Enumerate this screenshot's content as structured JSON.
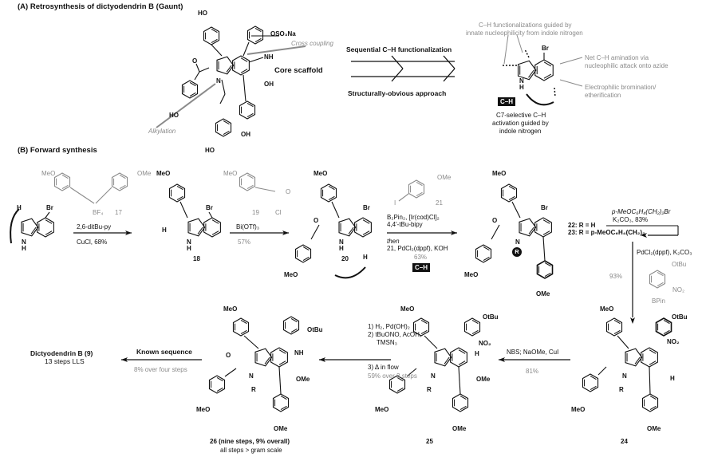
{
  "section_a": {
    "title": "(A) Retrosynthesis of dictyodendrin B (Gaunt)",
    "molecule": {
      "ho_top": "HO",
      "oso3na": "OSO₃Na",
      "nh": "NH",
      "oh_right": "OH",
      "o_carbonyl": "O",
      "n": "N",
      "ho_left": "HO",
      "oh_bottom": "OH",
      "ho_bottom": "HO"
    },
    "annotations": {
      "cross_coupling": "Cross coupling",
      "core_scaffold": "Core scaffold",
      "alkylation": "Alkylation"
    },
    "arrow": {
      "top": "Sequential C–H functionalization",
      "bottom": "Structurally-obvious approach"
    },
    "indole": {
      "br": "Br",
      "n": "N",
      "h": "H"
    },
    "notes": {
      "top_1": "C–H functionalizations guided by",
      "top_2": "innate nucleophilicity from indole nitrogen",
      "right1_1": "Net C–H amination via",
      "right1_2": "nucleophilic attack onto azide",
      "right2_1": "Electrophilic bromination/",
      "right2_2": "etherification",
      "badge": "C–H",
      "c7_1": "C7-selective C–H",
      "c7_2": "activation guided by",
      "c7_3": "indole nitrogen"
    }
  },
  "section_b": {
    "title": "(B) Forward synthesis",
    "sm": {
      "h": "H",
      "br": "Br",
      "n": "N",
      "nh": "H"
    },
    "reagent17": {
      "meo": "MeO",
      "ome": "OMe",
      "bf4": "BF₄",
      "label": "17"
    },
    "step1": {
      "line1": "2,6-ditBu-py",
      "line2": "CuCl, 68%"
    },
    "c18": {
      "meo": "MeO",
      "br": "Br",
      "h": "H",
      "n": "N",
      "nh": "H",
      "label": "18"
    },
    "reagent19": {
      "meo": "MeO",
      "o": "O",
      "cl": "Cl",
      "label": "19"
    },
    "step2": {
      "line1": "Bi(OTf)₃",
      "line2": "57%"
    },
    "c20": {
      "meo": "MeO",
      "br": "Br",
      "o": "O",
      "n": "N",
      "nh": "H",
      "h": "H",
      "meo2": "MeO",
      "label": "20"
    },
    "reagent21": {
      "ome": "OMe",
      "i": "I",
      "label": "21"
    },
    "step3": {
      "line1": "B₂Pin₂, [Ir(cod)Cl]₂",
      "line2": "4,4'-tBu-bipy",
      "line3": "then",
      "line4": "21, PdCl₂(dppf), KOH",
      "line5": "63%",
      "badge": "C–H"
    },
    "c22": {
      "meo": "MeO",
      "br": "Br",
      "o": "O",
      "n": "N",
      "r": "R",
      "meo2": "MeO",
      "ome": "OMe"
    },
    "step4": {
      "line1": "p-MeOC₆H₄(CH₂)₂Br",
      "line2": "K₂CO₃, 83%",
      "r22": "22: R = H",
      "r23": "23: R = p-MeOC₆H₄(CH₂)₂"
    },
    "step5": {
      "line1": "PdCl₂(dppf), K₂CO₃",
      "yield": "93%",
      "otbu": "OtBu",
      "no2": "NO₂",
      "bpin": "BPin"
    },
    "c24": {
      "meo": "MeO",
      "otbu": "OtBu",
      "no2": "NO₂",
      "h": "H",
      "n": "N",
      "r": "R",
      "meo2": "MeO",
      "ome": "OMe",
      "label": "24"
    },
    "step6": {
      "line1": "NBS; NaOMe, CuI",
      "line2": "81%"
    },
    "c25": {
      "meo": "MeO",
      "otbu": "OtBu",
      "no2": "NO₂",
      "h": "H",
      "ome_ring": "OMe",
      "n": "N",
      "r": "R",
      "meo2": "MeO",
      "ome": "OMe",
      "label": "25"
    },
    "step7": {
      "line1": "1) H₂, Pd(OH)₂",
      "line2": "2) tBuONO, AcOH,",
      "line3": "TMSN₃",
      "line4": "3) Δ in flow",
      "line5": "59% over 3 steps"
    },
    "c26": {
      "meo": "MeO",
      "otbu": "OtBu",
      "nh": "NH",
      "o": "O",
      "n": "N",
      "r": "R",
      "ome_ring": "OMe",
      "meo2": "MeO",
      "ome": "OMe",
      "label": "26 (nine steps, 9% overall)",
      "sub": "all steps > gram scale"
    },
    "step8": {
      "line1": "Known sequence",
      "line2": "8% over four steps"
    },
    "product": {
      "name": "Dictyodendrin B (9)",
      "sub": "13 steps LLS"
    }
  },
  "colors": {
    "ink": "#111111",
    "gray": "#8a8a8a"
  }
}
